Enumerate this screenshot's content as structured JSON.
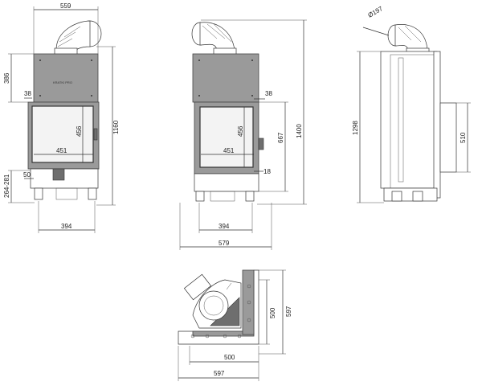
{
  "front": {
    "dim_width": "559",
    "dim_height_total": "1160",
    "dim_top_panel": "386",
    "dim_side": "38",
    "dim_glass_h": "456",
    "dim_glass_w": "451",
    "dim_base": "50",
    "dim_legs": "264-281",
    "dim_leg_span": "394",
    "brand": "KRATKI PRO"
  },
  "side_front": {
    "dim_side": "38",
    "dim_door": "667",
    "dim_height_total": "1400",
    "dim_glass_h": "456",
    "dim_glass_w": "451",
    "dim_small": "18",
    "dim_leg_span": "394",
    "dim_width": "579"
  },
  "side": {
    "dim_diameter": "Ø197",
    "dim_height": "1298",
    "dim_door": "510"
  },
  "plan": {
    "dim_inner_v": "500",
    "dim_outer_v": "597",
    "dim_inner_h": "500",
    "dim_outer_h": "597"
  }
}
